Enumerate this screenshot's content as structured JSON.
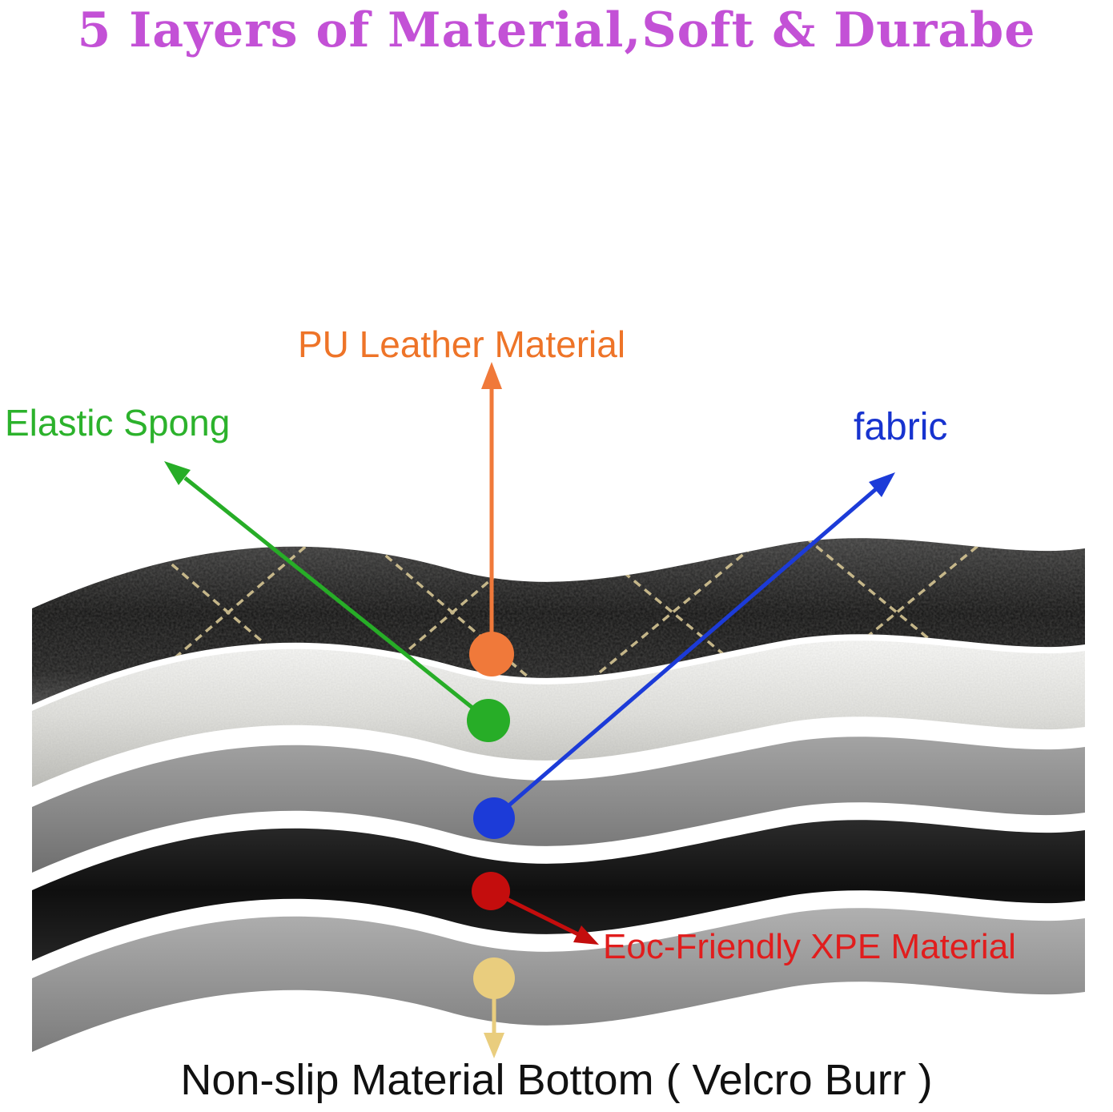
{
  "title": {
    "text": "5 Iayers of Material,Soft & Durabe",
    "color": "#c351d6"
  },
  "labels": {
    "pu_leather": {
      "text": "PU Leather Material",
      "color": "#ee7428"
    },
    "elastic_sponge": {
      "text": "Elastic Spong",
      "color": "#2cb22c"
    },
    "fabric": {
      "text": "fabric",
      "color": "#1733cf"
    },
    "xpe": {
      "text": "Eoc-Friendly XPE Material",
      "color": "#e11d1d"
    },
    "non_slip": {
      "text": "Non-slip Material Bottom ( Velcro Burr )",
      "color": "#111111"
    }
  },
  "markers": {
    "pu_leather": {
      "color": "#f0793a"
    },
    "elastic_sponge": {
      "color": "#27ad27"
    },
    "fabric": {
      "color": "#1c3bd8"
    },
    "xpe": {
      "color": "#c40d0d"
    },
    "non_slip": {
      "color": "#e9cd7e"
    }
  },
  "layers": [
    {
      "name": "quilted PU leather top layer",
      "color": "#1c1c1c"
    },
    {
      "name": "white elastic sponge layer",
      "color": "#e9e9e5"
    },
    {
      "name": "gray fabric layer",
      "color": "#8d8d8d"
    },
    {
      "name": "black XPE foam layer",
      "color": "#161616"
    },
    {
      "name": "gray non-slip bottom layer",
      "color": "#9b9b9b"
    }
  ]
}
